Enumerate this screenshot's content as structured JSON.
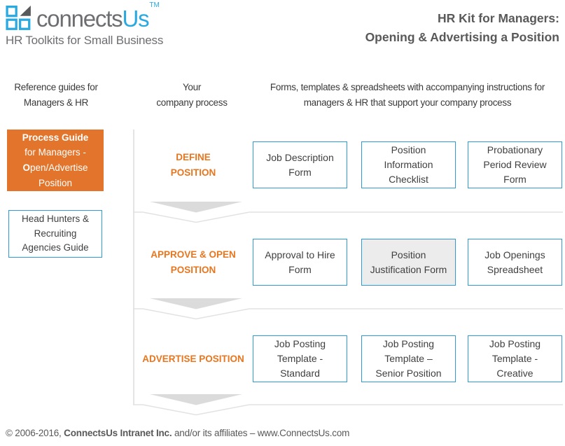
{
  "logo": {
    "text_grey": "connects",
    "text_blue": "Us",
    "trademark": "TM",
    "tagline": "HR Toolkits for Small Business"
  },
  "title": "HR Kit for Managers:\nOpening & Advertising a Position",
  "column_headers": {
    "guides": "Reference guides for\nManagers & HR",
    "process": "Your\ncompany process",
    "forms": "Forms, templates & spreadsheets with accompanying instructions for\nmanagers & HR that support your company process"
  },
  "sidebar": {
    "process_guide": {
      "line1": "Process Guide",
      "line2": "for Managers -",
      "line3_bold": "O",
      "line3_rest": "pen/Advertise",
      "line4": "Position"
    },
    "headhunters_guide": "Head Hunters &\nRecruiting\nAgencies Guide"
  },
  "process_rows": [
    {
      "step": "DEFINE\nPOSITION",
      "forms": [
        {
          "label": "Job Description\nForm",
          "highlighted": false
        },
        {
          "label": "Position\nInformation\nChecklist",
          "highlighted": false
        },
        {
          "label": "Probationary\nPeriod Review\nForm",
          "highlighted": false
        }
      ]
    },
    {
      "step": "APPROVE & OPEN\nPOSITION",
      "forms": [
        {
          "label": "Approval to Hire\nForm",
          "highlighted": false
        },
        {
          "label": "Position\nJustification Form",
          "highlighted": true
        },
        {
          "label": "Job Openings\nSpreadsheet",
          "highlighted": false
        }
      ]
    },
    {
      "step": "ADVERTISE POSITION",
      "forms": [
        {
          "label": "Job Posting\nTemplate -\nStandard",
          "highlighted": false
        },
        {
          "label": "Job Posting\nTemplate –\nSenior Position",
          "highlighted": false
        },
        {
          "label": "Job Posting\nTemplate -\nCreative",
          "highlighted": false
        }
      ]
    }
  ],
  "footer": {
    "prefix": "© 2006-2016, ",
    "bold": "ConnectsUs Intranet Inc.",
    "suffix": " and/or its affiliates – www.ConnectsUs.com"
  },
  "colors": {
    "accent_orange": "#e2752b",
    "step_label_orange": "#e8761e",
    "box_border_blue": "#2e9bd6",
    "highlight_grey": "#ececec",
    "logo_blue": "#29a9e0",
    "logo_grey": "#6d6e71",
    "divider_grey": "#dbdbdb"
  }
}
